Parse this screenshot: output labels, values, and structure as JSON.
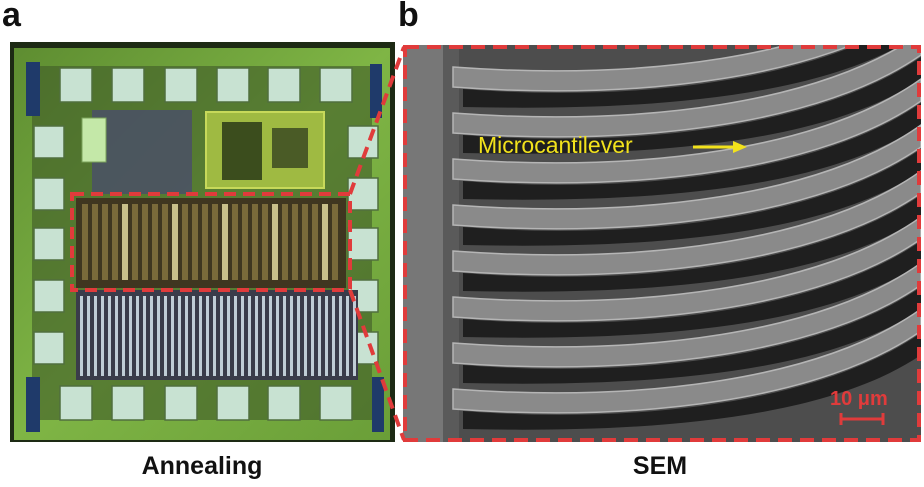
{
  "panel_a": {
    "letter": "a",
    "caption": "Annealing"
  },
  "panel_b": {
    "letter": "b",
    "caption": "SEM",
    "annotation": "Microcantilever",
    "scale_bar": "10 μm"
  },
  "colors": {
    "highlight": "#e03b3b",
    "annotation": "#f2e21c",
    "chip_green": "#6fa23c",
    "pad": "#c8e2d2"
  }
}
